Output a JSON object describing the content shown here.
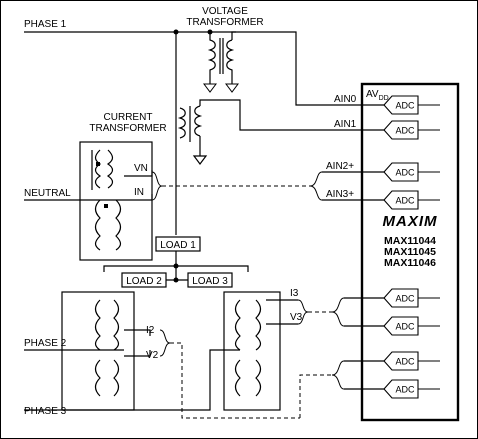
{
  "labels": {
    "phase1": "PHASE 1",
    "phase2": "PHASE 2",
    "phase3": "PHASE 3",
    "neutral": "NEUTRAL",
    "voltage_transformer_line1": "VOLTAGE",
    "voltage_transformer_line2": "TRANSFORMER",
    "current_transformer_line1": "CURRENT",
    "current_transformer_line2": "TRANSFORMER",
    "vn": "VN",
    "in": "IN",
    "i2": "I2",
    "v2": "V2",
    "i3": "I3",
    "v3": "V3",
    "load1": "LOAD 1",
    "load2": "LOAD 2",
    "load3": "LOAD 3"
  },
  "chip": {
    "supply_main": "AV",
    "supply_sub": "DD",
    "logo": "MAXIM",
    "parts": [
      "MAX11044",
      "MAX11045",
      "MAX11046"
    ],
    "inputs": [
      "AIN0",
      "AIN1",
      "AIN2+",
      "AIN3+"
    ],
    "adc_label": "ADC"
  }
}
